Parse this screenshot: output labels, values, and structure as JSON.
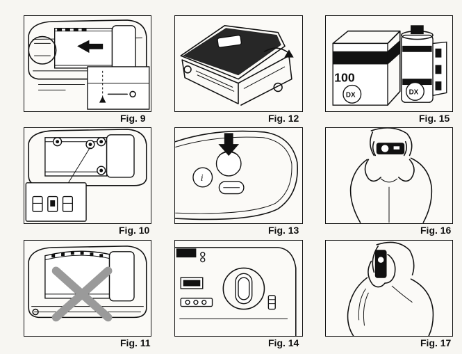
{
  "figures": [
    {
      "id": "fig9",
      "label": "Fig. 9"
    },
    {
      "id": "fig12",
      "label": "Fig. 12"
    },
    {
      "id": "fig15",
      "label": "Fig. 15"
    },
    {
      "id": "fig10",
      "label": "Fig. 10"
    },
    {
      "id": "fig13",
      "label": "Fig. 13"
    },
    {
      "id": "fig16",
      "label": "Fig. 16"
    },
    {
      "id": "fig11",
      "label": "Fig. 11"
    },
    {
      "id": "fig14",
      "label": "Fig. 14"
    },
    {
      "id": "fig17",
      "label": "Fig. 17"
    }
  ],
  "fig15_box_text": "100",
  "fig15_dx_mark": "DX",
  "fig13_info_mark": "i"
}
